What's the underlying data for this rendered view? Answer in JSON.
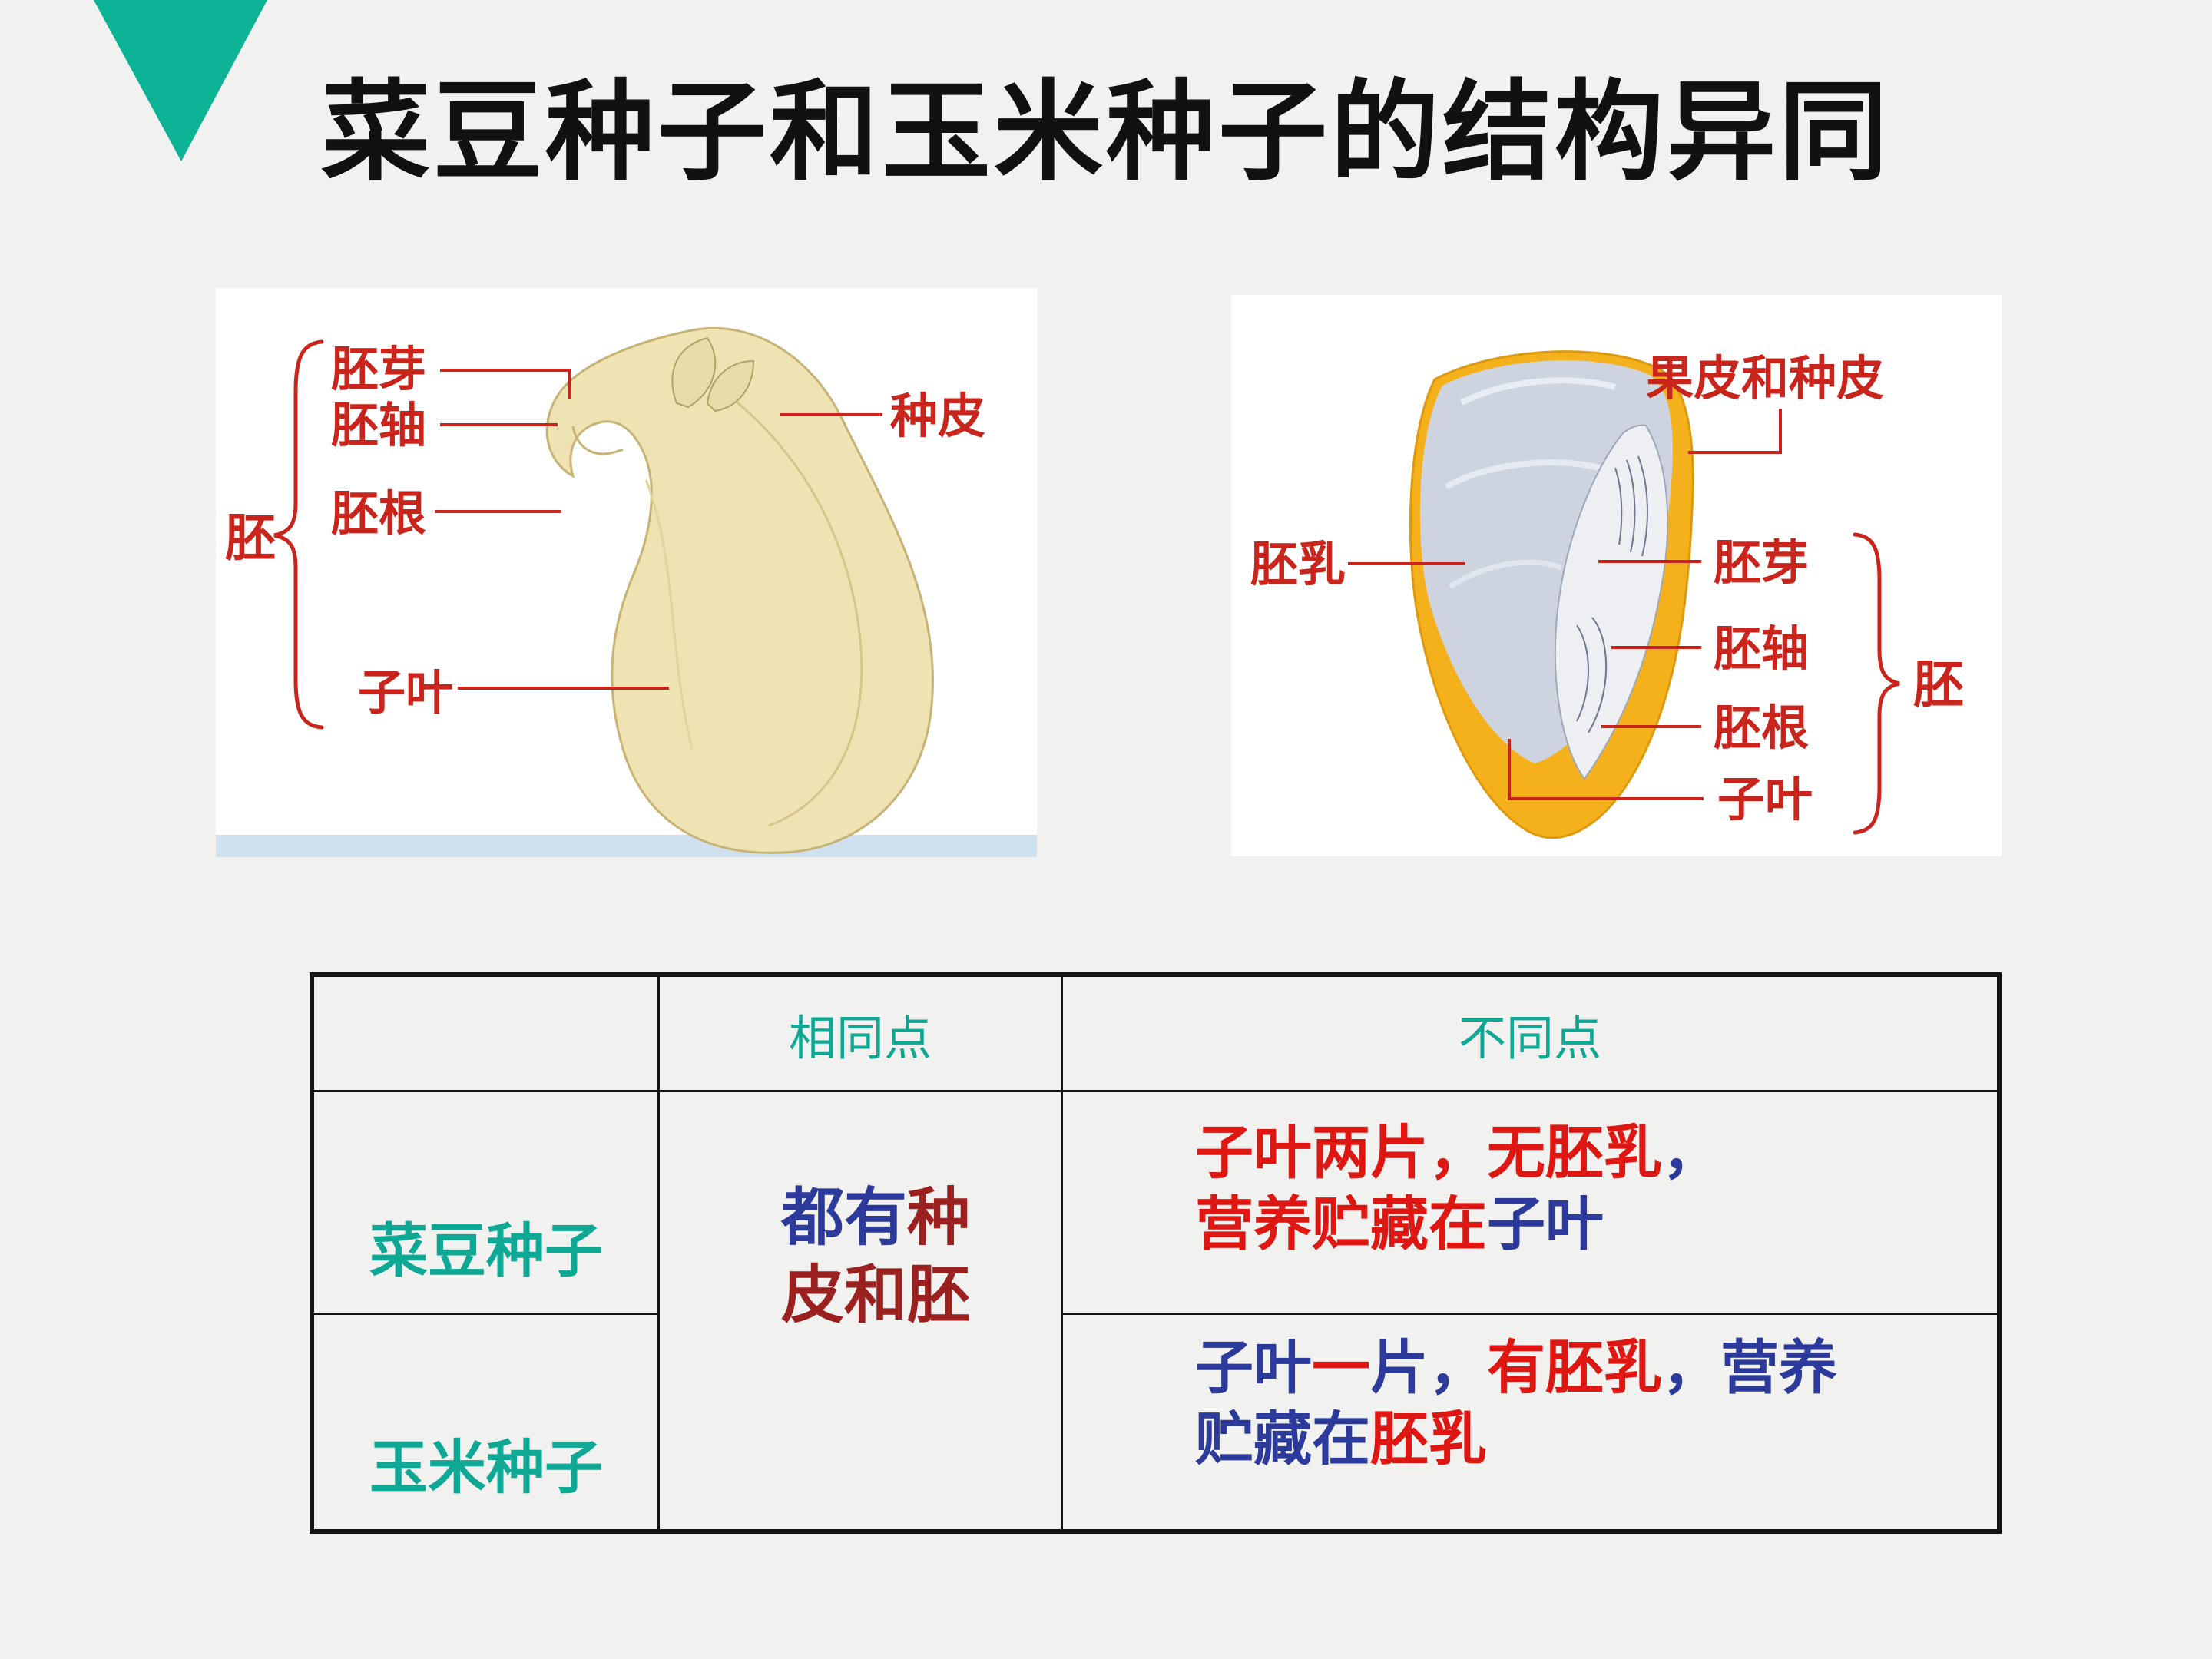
{
  "title": "菜豆种子和玉米种子的结构异同",
  "bean_diagram": {
    "brace_label": "胚",
    "labels": {
      "plumule": "胚芽",
      "hypocotyl": "胚轴",
      "radicle": "胚根",
      "cotyledon": "子叶",
      "seed_coat": "种皮"
    }
  },
  "corn_diagram": {
    "brace_label": "胚",
    "labels": {
      "pericarp_seed_coat": "果皮和种皮",
      "endosperm": "胚乳",
      "plumule": "胚芽",
      "hypocotyl": "胚轴",
      "radicle": "胚根",
      "cotyledon": "子叶"
    }
  },
  "table": {
    "header_similar": "相同点",
    "header_different": "不同点",
    "row_bean_label": "菜豆种子",
    "row_corn_label": "玉米种子",
    "similar_lines": [
      [
        {
          "t": "都有",
          "c": "navy"
        },
        {
          "t": "种",
          "c": "maroon"
        }
      ],
      [
        {
          "t": "皮和胚",
          "c": "maroon"
        }
      ]
    ],
    "diff_bean_lines": [
      [
        {
          "t": "子叶两片，无胚乳",
          "c": "red"
        },
        {
          "t": "，",
          "c": "navy"
        }
      ],
      [
        {
          "t": "营养贮藏在",
          "c": "red"
        },
        {
          "t": "子叶",
          "c": "navy"
        }
      ]
    ],
    "diff_corn_lines": [
      [
        {
          "t": "子叶",
          "c": "navy"
        },
        {
          "t": "一",
          "c": "red"
        },
        {
          "t": "片，",
          "c": "navy"
        },
        {
          "t": "有胚乳",
          "c": "red"
        },
        {
          "t": "，",
          "c": "navy"
        },
        {
          "t": "营养",
          "c": "navy"
        }
      ],
      [
        {
          "t": "贮藏在",
          "c": "navy"
        },
        {
          "t": "胚乳",
          "c": "red"
        }
      ]
    ]
  },
  "colors": {
    "accent_teal": "#0cb394",
    "table_teal": "#0fa894",
    "emphasis_red": "#de1712",
    "emphasis_navy": "#2b3a9b",
    "emphasis_maroon": "#9b2020",
    "diagram_label_red": "#c9251c",
    "background": "#f1f1ef"
  }
}
